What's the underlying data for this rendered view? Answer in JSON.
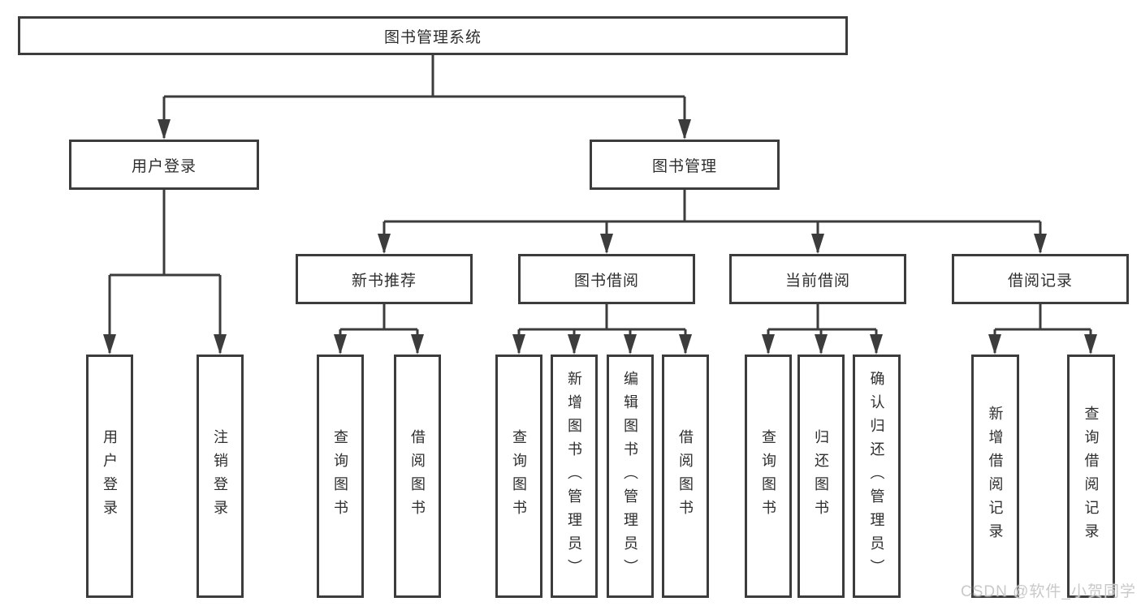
{
  "diagram": {
    "watermark": "CSDN @软件_小贺同学",
    "colors": {
      "line": "#3c3c3c",
      "box_border": "#3c3c3c",
      "box_background": "#ffffff",
      "text": "#2e2e2e",
      "watermark_text": "#c6c6c6"
    },
    "tree": {
      "root": {
        "label": "图书管理系统"
      },
      "branches": [
        {
          "label": "用户登录",
          "children": [
            {
              "label": "用户登录"
            },
            {
              "label": "注销登录"
            }
          ]
        },
        {
          "label": "图书管理",
          "children": [
            {
              "label": "新书推荐",
              "children": [
                {
                  "label": "查询图书"
                },
                {
                  "label": "借阅图书"
                }
              ]
            },
            {
              "label": "图书借阅",
              "children": [
                {
                  "label": "查询图书"
                },
                {
                  "label": "新增图书（管理员）"
                },
                {
                  "label": "编辑图书（管理员）"
                },
                {
                  "label": "借阅图书"
                }
              ]
            },
            {
              "label": "当前借阅",
              "children": [
                {
                  "label": "查询图书"
                },
                {
                  "label": "归还图书"
                },
                {
                  "label": "确认归还（管理员）"
                }
              ]
            },
            {
              "label": "借阅记录",
              "children": [
                {
                  "label": "新增借阅记录"
                },
                {
                  "label": "查询借阅记录"
                }
              ]
            }
          ]
        }
      ]
    }
  }
}
